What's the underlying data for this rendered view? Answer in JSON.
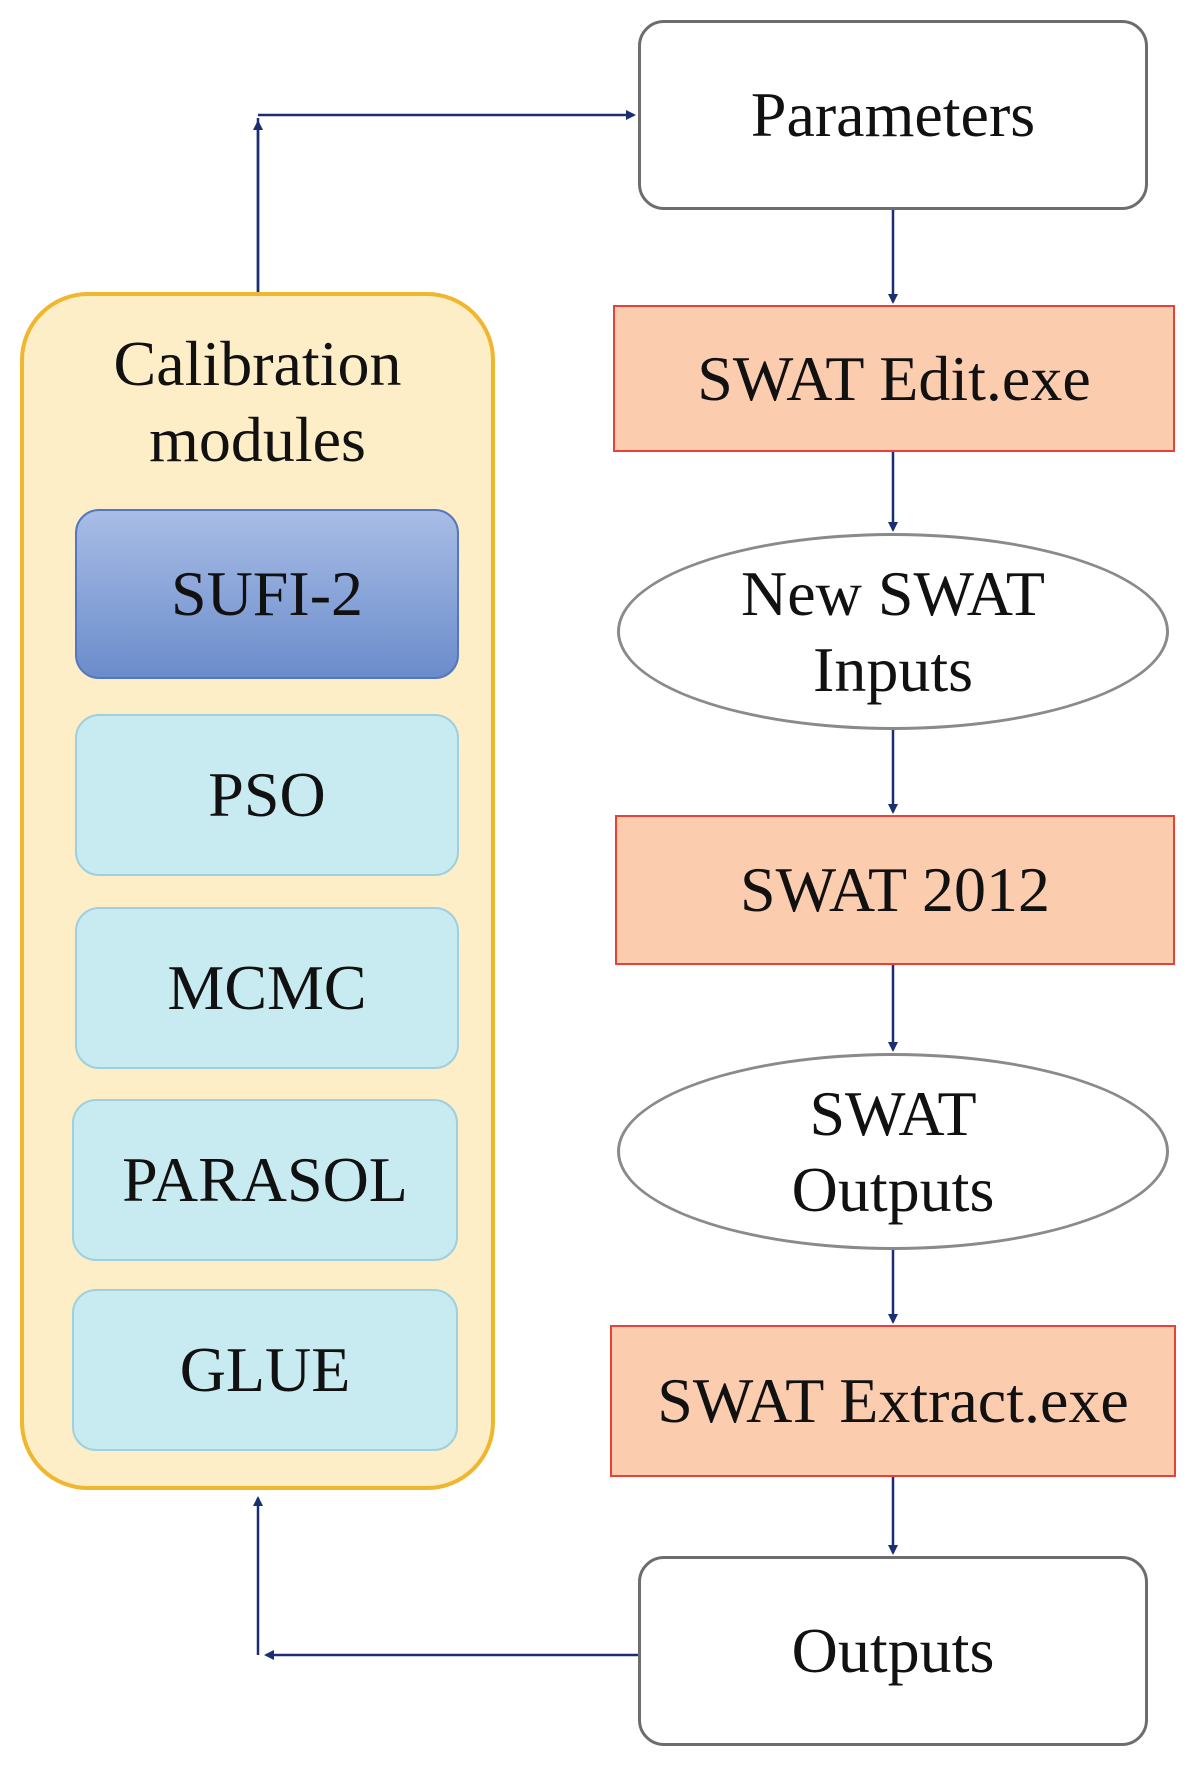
{
  "colors": {
    "arrow": "#1a2f72",
    "process_fill": "#fbccae",
    "process_border": "#e8413a",
    "container_fill": "#fdeec8",
    "container_border": "#f0b62e",
    "module_fill": "#c8ebf1",
    "active_module_fill": "#7c9bd4"
  },
  "calibration": {
    "title_line1": "Calibration",
    "title_line2": "modules",
    "modules": [
      "SUFI-2",
      "PSO",
      "MCMC",
      "PARASOL",
      "GLUE"
    ]
  },
  "flow": {
    "parameters": "Parameters",
    "swat_edit": "SWAT Edit.exe",
    "new_inputs_line1": "New SWAT",
    "new_inputs_line2": "Inputs",
    "swat_2012": "SWAT 2012",
    "swat_outputs_line1": "SWAT",
    "swat_outputs_line2": "Outputs",
    "swat_extract": "SWAT Extract.exe",
    "outputs": "Outputs"
  }
}
